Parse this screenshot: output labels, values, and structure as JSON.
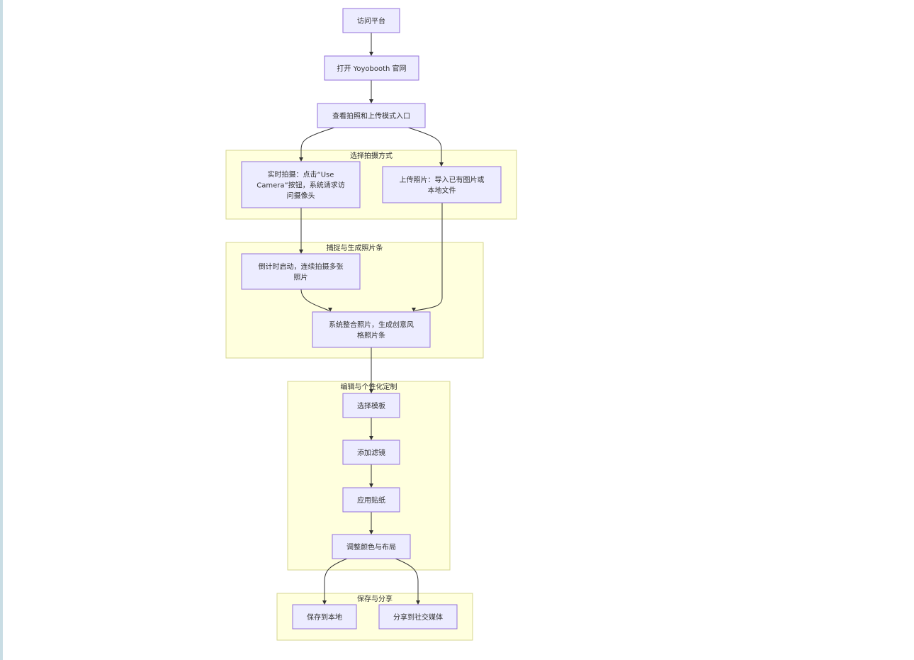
{
  "flowchart": {
    "nodes": {
      "n1": "访问平台",
      "n2": "打开 Yoyobooth 官网",
      "n3": "查看拍照和上传模式入口",
      "n4": [
        "实时拍摄：点击“Use",
        "Camera”按钮，系统请求访",
        "问摄像头"
      ],
      "n5": [
        "上传照片：导入已有图片或",
        "本地文件"
      ],
      "n6": [
        "倒计时启动，连续拍摄多张",
        "照片"
      ],
      "n7": [
        "系统整合照片，生成创意风",
        "格照片条"
      ],
      "n8": "选择模板",
      "n9": "添加滤镜",
      "n10": "应用贴纸",
      "n11": "调整颜色与布局",
      "n12": "保存到本地",
      "n13": "分享到社交媒体"
    },
    "clusters": {
      "c1": "选择拍摄方式",
      "c2": "捕捉与生成照片条",
      "c3": "编辑与个性化定制",
      "c4": "保存与分享"
    },
    "edges": [
      [
        "n1",
        "n2"
      ],
      [
        "n2",
        "n3"
      ],
      [
        "n3",
        "n4"
      ],
      [
        "n3",
        "n5"
      ],
      [
        "n4",
        "n6"
      ],
      [
        "n6",
        "n7"
      ],
      [
        "n5",
        "n7"
      ],
      [
        "n7",
        "n8"
      ],
      [
        "n8",
        "n9"
      ],
      [
        "n9",
        "n10"
      ],
      [
        "n10",
        "n11"
      ],
      [
        "n11",
        "n12"
      ],
      [
        "n11",
        "n13"
      ]
    ]
  },
  "colors": {
    "node_fill": "#ececff",
    "node_stroke": "#9370db",
    "cluster_fill": "#ffffde",
    "cluster_stroke": "#d6d690",
    "edge": "#333333",
    "text": "#333333"
  }
}
